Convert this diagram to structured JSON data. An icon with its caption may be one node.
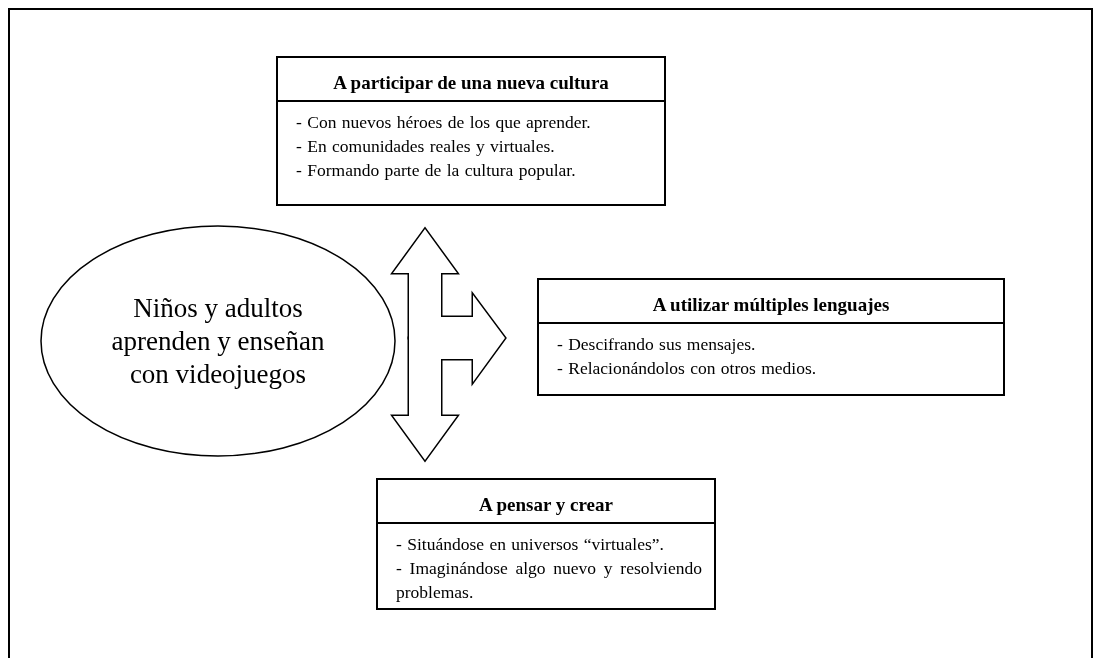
{
  "diagram": {
    "nodes": [
      {
        "text": [
          "Niños y adultos aprenden y enseñan con videojuegos"
        ]
      },
      {
        "text": [
          "A participar de una nueva cultura",
          "- Con nuevos héroes de los que aprender.",
          "- En comunidades reales y virtuales.",
          "- Formando parte de la cultura popular."
        ]
      },
      {
        "text": [
          "A utilizar múltiples lenguajes",
          "- Descifrando sus mensajes.",
          "- Relacionándolos con otros medios."
        ]
      },
      {
        "text": [
          "A pensar y crear",
          "- Situándose en universos “virtuales”.",
          "- Imaginándose algo nuevo y resolviendo problemas."
        ]
      }
    ],
    "edges": [
      {
        "from": 0,
        "to": 1,
        "arrow": "to"
      },
      {
        "from": 0,
        "to": 2,
        "arrow": "to"
      },
      {
        "from": 0,
        "to": 3,
        "arrow": "to"
      }
    ]
  }
}
